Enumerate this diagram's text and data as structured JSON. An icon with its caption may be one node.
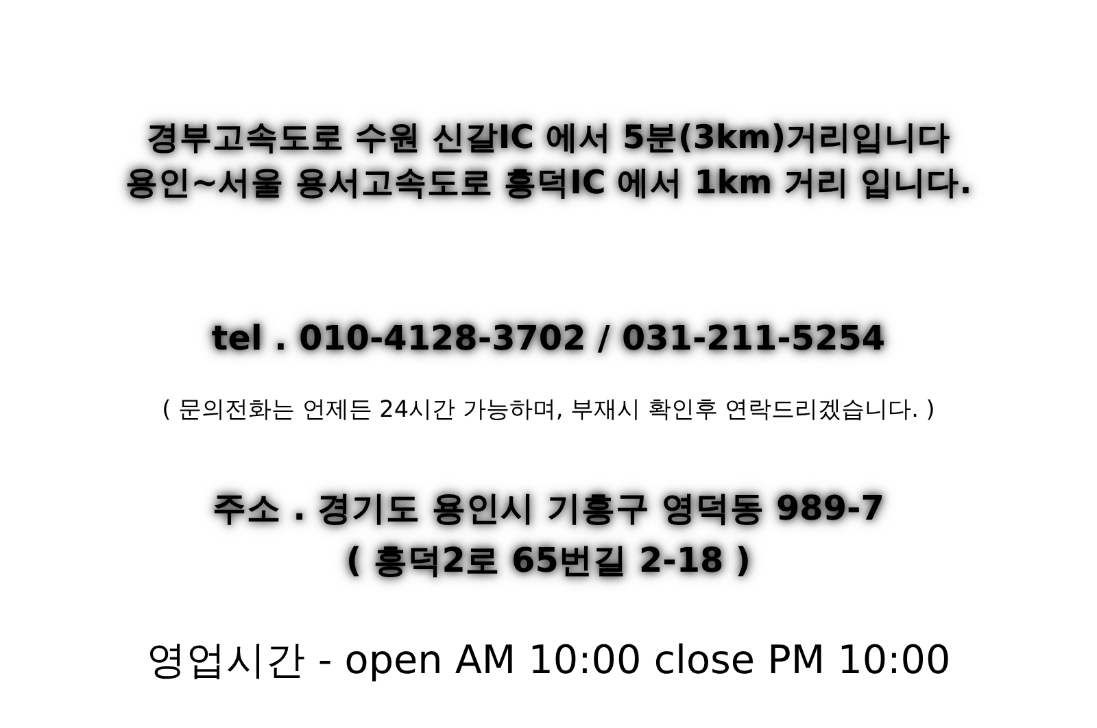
{
  "diagram": {
    "labels": [
      "경부고속도로 수원 신갈IC 에서 5분(3km)거리입니다",
      "용인~서울 용서고속도로 흥덕IC 에서 1km 거리 입니다.",
      "tel . 010-4128-3702 / 031-211-5254",
      "( 문의전화는 언제든 24시간 가능하며, 부재시 확인후 연락드리겠습니다. )",
      "주소 . 경기도 용인시 기흥구 영덕동 989-7",
      "( 흥덕2로 65번길 2-18 )",
      "영업시간 - open AM 10:00  close PM 10:00"
    ]
  }
}
